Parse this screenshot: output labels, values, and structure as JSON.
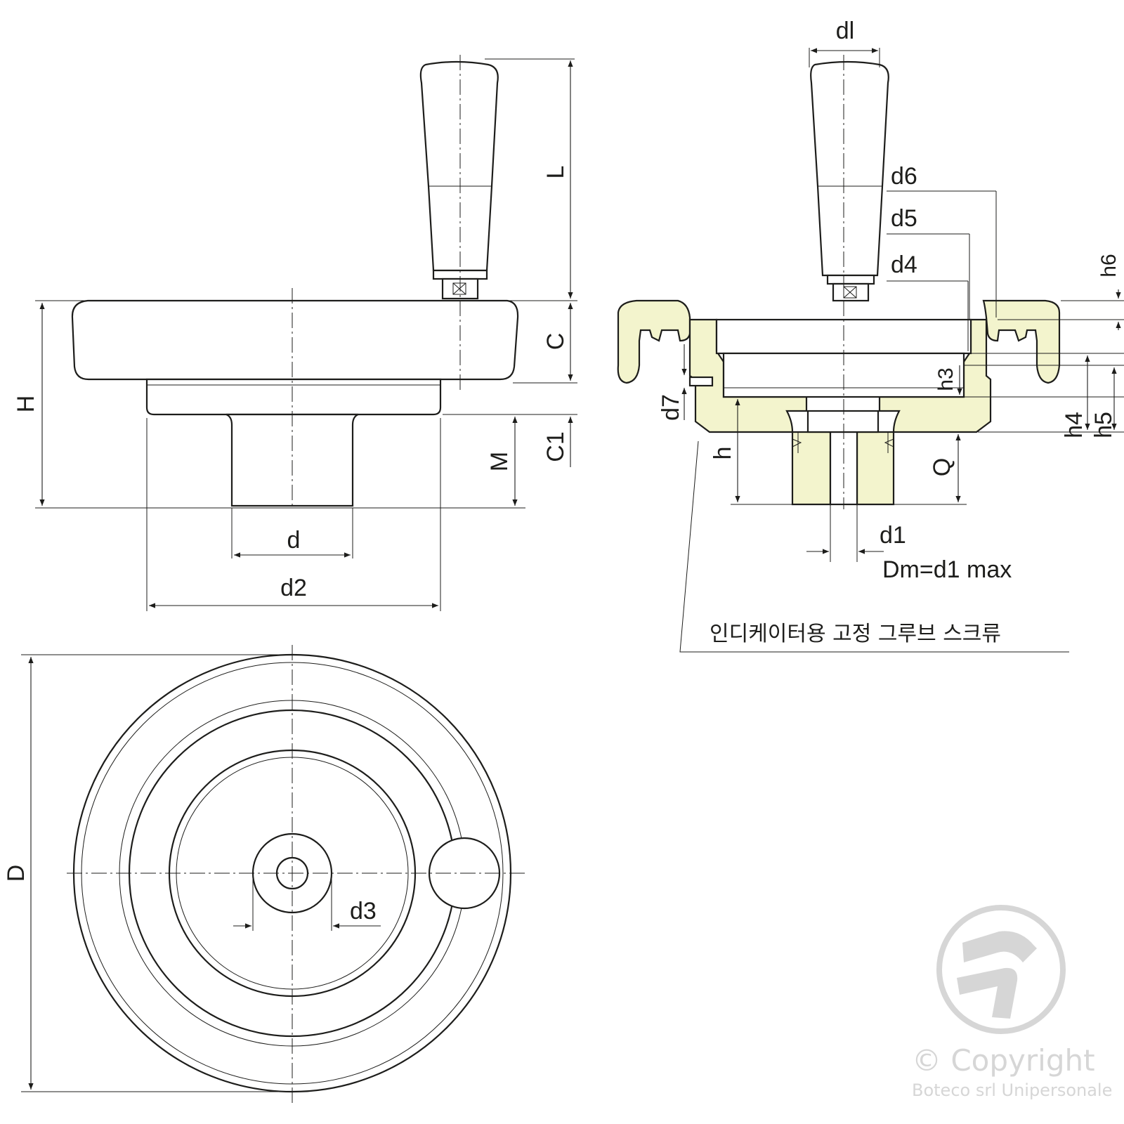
{
  "labels": {
    "L": "L",
    "C": "C",
    "C1": "C1",
    "H": "H",
    "M": "M",
    "d": "d",
    "d2": "d2",
    "D": "D",
    "d3": "d3",
    "dl": "dl",
    "d6": "d6",
    "d5": "d5",
    "d4": "d4",
    "h6": "h6",
    "h3": "h3",
    "h4": "h4",
    "h5": "h5",
    "d7": "d7",
    "h": "h",
    "Q": "Q",
    "d1": "d1",
    "dm_note": "Dm=d1 max",
    "screw_note": "인디케이터용 고정 그루브 스크류"
  },
  "watermark": {
    "line1": "© Copyright",
    "line2": "Boteco srl Unipersonale"
  },
  "colors": {
    "line": "#1d1d1b",
    "section_fill": "#f3f4cd",
    "watermark": "#d6d6d6"
  }
}
